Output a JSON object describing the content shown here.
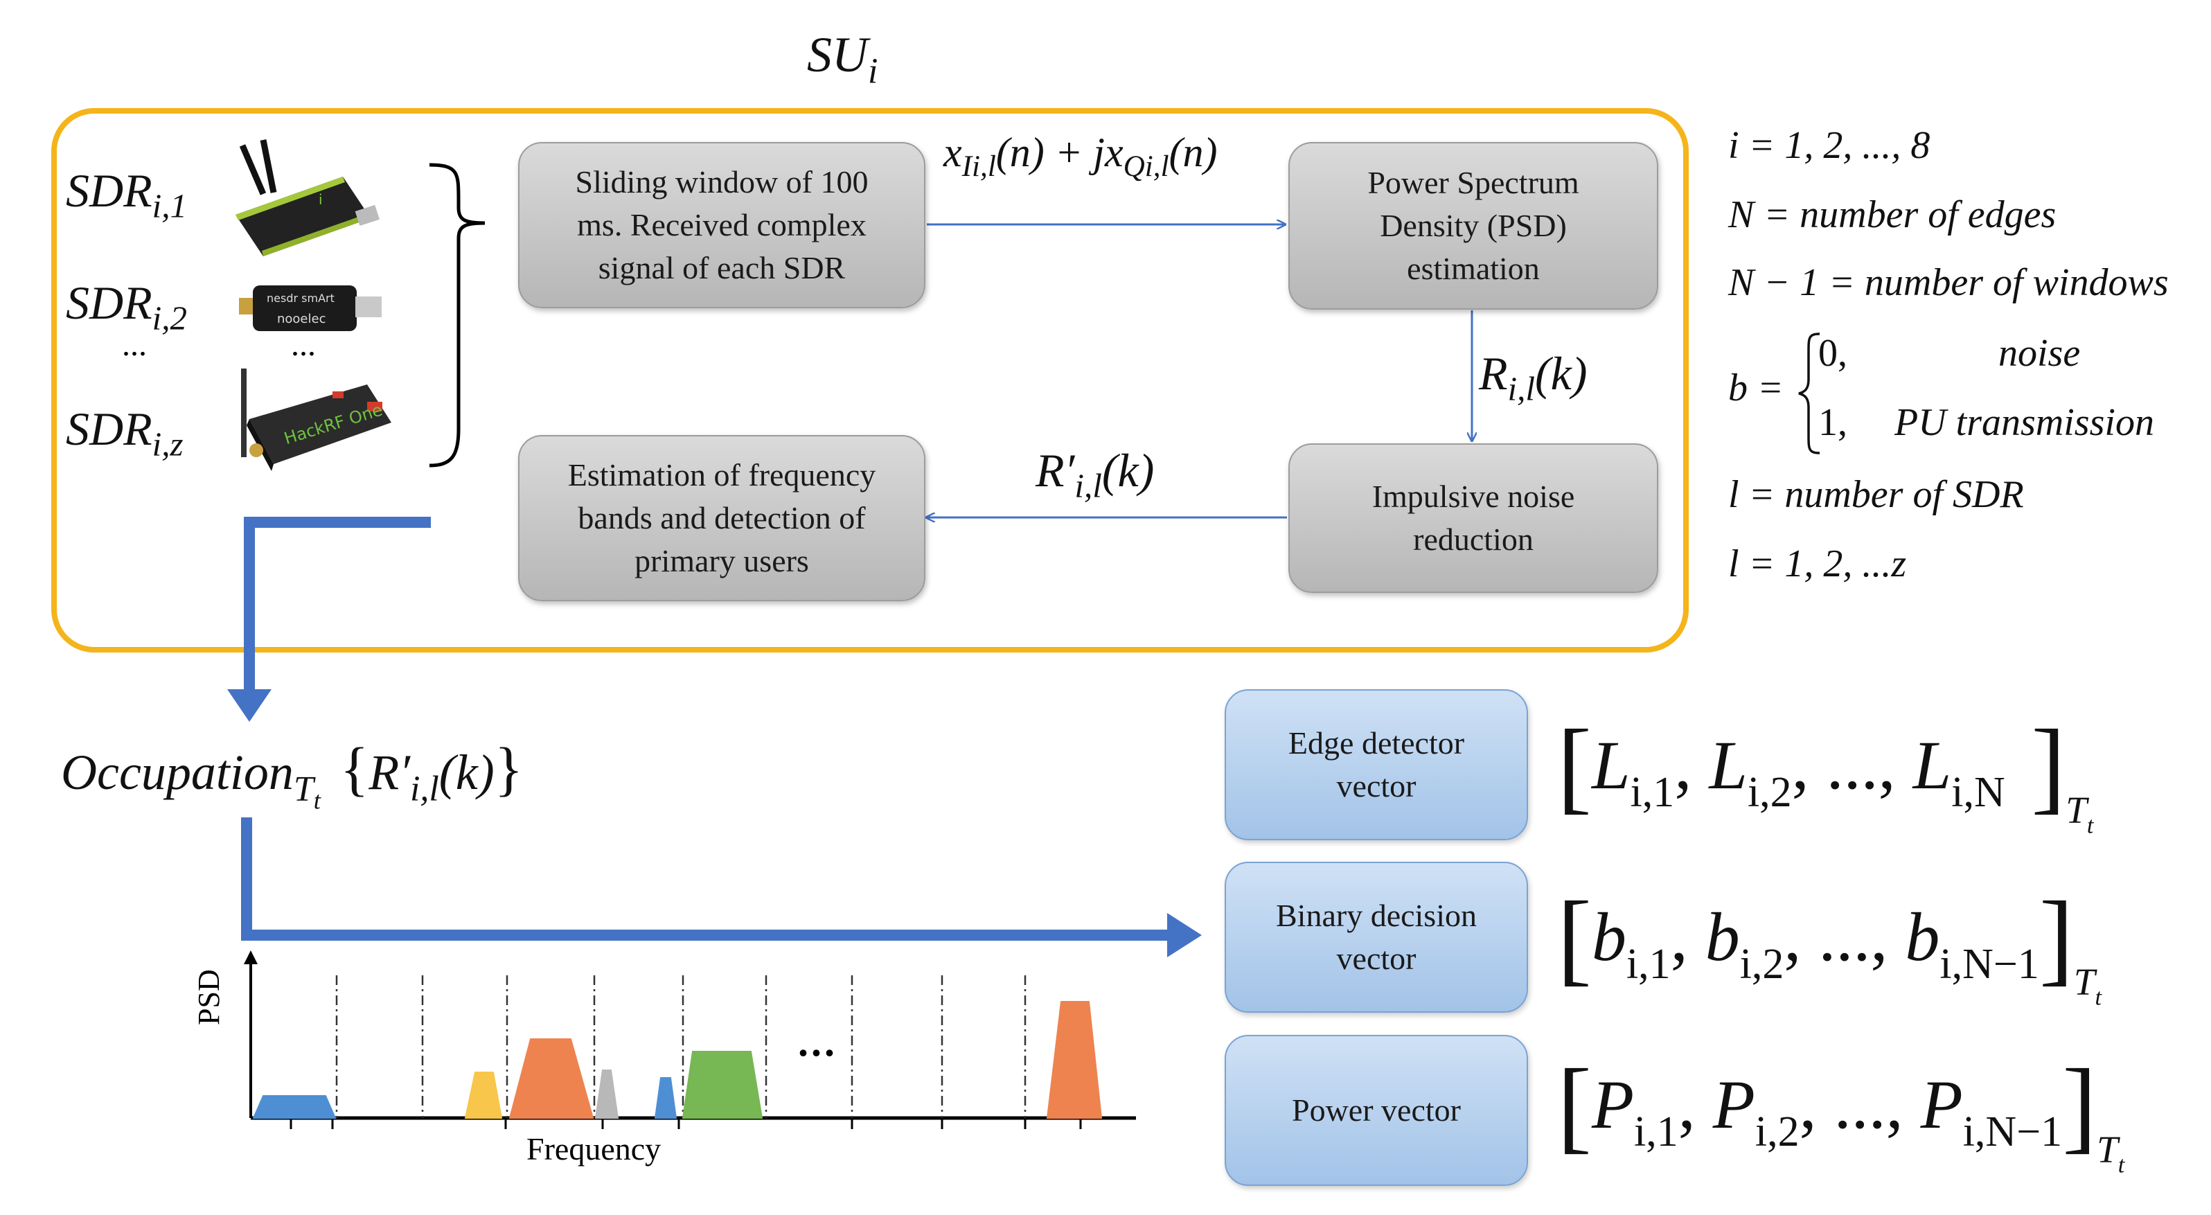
{
  "su_label": {
    "base": "SU",
    "sub": "i"
  },
  "sdr_labels": [
    {
      "base": "SDR",
      "sub": "i,1"
    },
    {
      "base": "SDR",
      "sub": "i,2"
    },
    {
      "base": "SDR",
      "sub": "i,z"
    }
  ],
  "ellipsis": "...",
  "blocks": {
    "sliding_window": "Sliding window of 100\nms. Received complex\nsignal of each SDR",
    "psd_estimation": "Power Spectrum\nDensity (PSD)\nestimation",
    "impulsive_noise": "Impulsive noise\nreduction",
    "band_estimation": "Estimation of frequency\nbands and detection of\nprimary users"
  },
  "arrow_labels": {
    "signal": {
      "x": "x",
      "xsub": "Ii,l",
      "mid": "(n) + jx",
      "x2sub": "Qi,l",
      "end": "(n)"
    },
    "r": {
      "base": "R",
      "sub": "i,l",
      "end": "(k)"
    },
    "r_prime": {
      "base": "R′",
      "sub": "i,l",
      "end": "(k)"
    }
  },
  "legend": [
    "i = 1, 2, ..., 8",
    "N = number of edges",
    "N − 1 = number of windows",
    "b =",
    "0,",
    "noise",
    "1,",
    "PU transmission",
    "l = number of SDR",
    "l = 1, 2, ...z"
  ],
  "occupation": {
    "base": "Occupation",
    "sub": "T",
    "subsub": "t",
    "arg": "R′",
    "argsub": "i,l",
    "argend": "(k)"
  },
  "vectors": [
    {
      "box": "Edge detector\nvector",
      "sym": "L",
      "first": "i,1",
      "second": "i,2",
      "last": "i,N",
      "t": "T",
      "tt": "t"
    },
    {
      "box": "Binary decision\nvector",
      "sym": "b",
      "first": "i,1",
      "second": "i,2",
      "last": "i,N−1",
      "t": "T",
      "tt": "t"
    },
    {
      "box": "Power vector",
      "sym": "P",
      "first": "i,1",
      "second": "i,2",
      "last": "i,N−1",
      "t": "T",
      "tt": "t"
    }
  ],
  "chart": {
    "ylabel": "PSD",
    "xlabel": "Frequency",
    "ellipsis": "..."
  },
  "colors": {
    "frame": "#f4b41a",
    "arrow_thick": "#4472c4",
    "arrow_thin": "#4472c4",
    "blue_shape": "#4e8fd4",
    "yellow_shape": "#f7c64a",
    "orange_shape": "#ee8350",
    "gray_shape": "#b8b8b8",
    "green_shape": "#77b754"
  }
}
